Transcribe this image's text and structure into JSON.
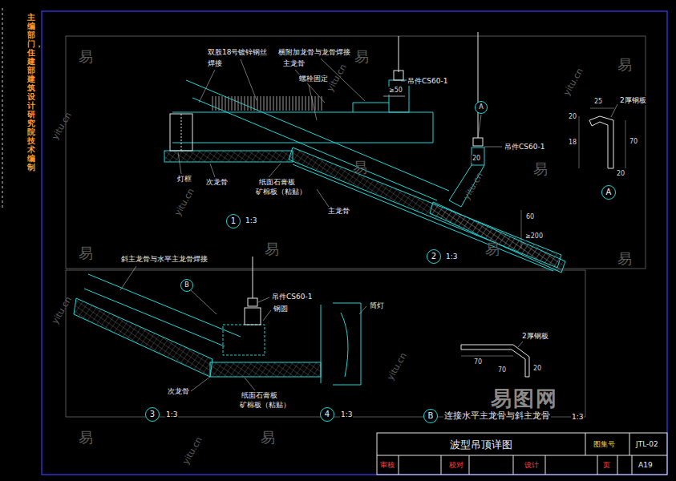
{
  "diagram": {
    "nodes": [
      {
        "text": [
          "A"
        ]
      },
      {
        "text": [
          "A"
        ]
      },
      {
        "text": [
          "1"
        ]
      },
      {
        "text": [
          "2"
        ]
      },
      {
        "text": [
          "B"
        ]
      },
      {
        "text": [
          "3"
        ]
      },
      {
        "text": [
          "4"
        ]
      },
      {
        "text": [
          "B"
        ]
      },
      {
        "text": [
          "波型吊顶详图"
        ]
      }
    ],
    "labels": [
      "双股18号镀锌钢丝",
      "焊接",
      "横附加龙骨与龙骨焊接",
      "主龙骨",
      "螺栓固定",
      "吊件CS60-1",
      "≥50",
      "灯框",
      "次龙骨",
      "纸面石膏板",
      "矿棉板（粘贴）",
      "主龙骨",
      "1:3",
      "吊件CS60-1",
      "20",
      "60",
      "≥200",
      "2厚钢板",
      "25",
      "20",
      "18",
      "70",
      "20",
      "1:3",
      "斜主龙骨与水平主龙骨焊接",
      "吊件CS60-1",
      "钢圆",
      "筒灯",
      "次龙骨",
      "纸面石膏板",
      "矿棉板（粘贴）",
      "1:3",
      "1:3",
      "2厚钢板",
      "70",
      "70",
      "20",
      "连接水平主龙骨与斜主龙骨",
      "1:3",
      "主编部门，住建部建筑设计研究院技术编制",
      "图集号",
      "JTL-02",
      "审核",
      "校对",
      "设计",
      "页",
      "A19",
      "易",
      "易",
      "易",
      "易",
      "易",
      "易",
      "易",
      "易",
      "易",
      "易",
      "易",
      "yitu.cn",
      "yitu.cn",
      "yitu.cn",
      "yitu.cn",
      "yitu.cn",
      "yitu.cn",
      "yitu.cn",
      "yitu.cn",
      "易图网"
    ]
  }
}
